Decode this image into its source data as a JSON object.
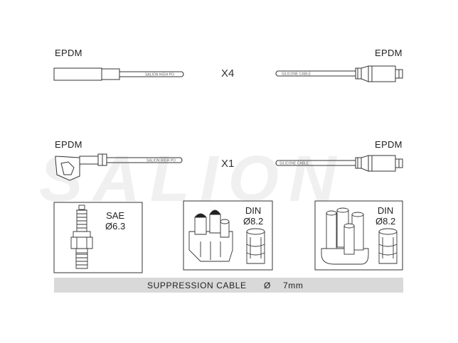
{
  "labels": {
    "top_left": "EPDM",
    "top_right": "EPDM",
    "mid_left": "EPDM",
    "mid_right": "EPDM"
  },
  "quantities": {
    "row1": "X4",
    "row2": "X1"
  },
  "cable_print": "SALION HIGH PO",
  "cable_print_right": "SILICONE CABLE",
  "watermark": "SALION",
  "boxes": {
    "spark_plug": {
      "type": "SAE",
      "size": "Ø6.3"
    },
    "distributor_1": {
      "type": "DIN",
      "size": "Ø8.2"
    },
    "distributor_2": {
      "type": "DIN",
      "size": "Ø8.2"
    }
  },
  "band": {
    "label": "SUPPRESSION CABLE",
    "symbol": "Ø",
    "value": "7mm"
  },
  "colors": {
    "band_bg": "#d9d9d9",
    "line": "#333333",
    "watermark": "#ececec"
  }
}
